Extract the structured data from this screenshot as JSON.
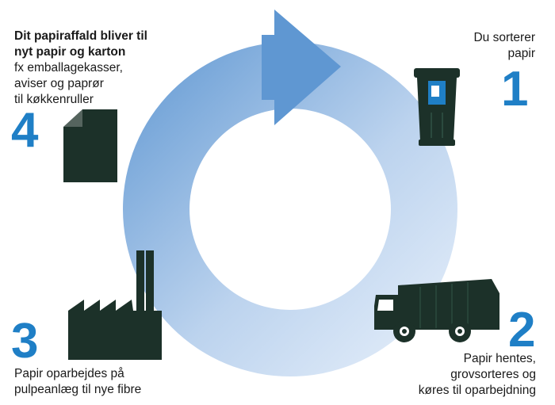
{
  "steps": [
    {
      "number": "1",
      "lines": [
        "Du sorterer",
        "papir"
      ]
    },
    {
      "number": "2",
      "lines": [
        "Papir hentes,",
        "grovsorteres og",
        "køres til oparbejdning"
      ]
    },
    {
      "number": "3",
      "lines": [
        "Papir oparbejdes på",
        "pulpeanlæg til nye fibre"
      ]
    },
    {
      "number": "4",
      "bold_lines": [
        "Dit papiraffald bliver til",
        "nyt papir og karton"
      ],
      "lines": [
        "fx emballagekasser,",
        "aviser og paprør",
        "til køkkenruller"
      ]
    }
  ],
  "colors": {
    "accent": "#1f7fc6",
    "icon": "#1c3129",
    "arrow_dark": "#5f97d2",
    "arrow_light": "#e8f0fa"
  },
  "icons": [
    "wheelie-bin-icon",
    "garbage-truck-icon",
    "factory-icon",
    "paper-sheet-icon"
  ]
}
